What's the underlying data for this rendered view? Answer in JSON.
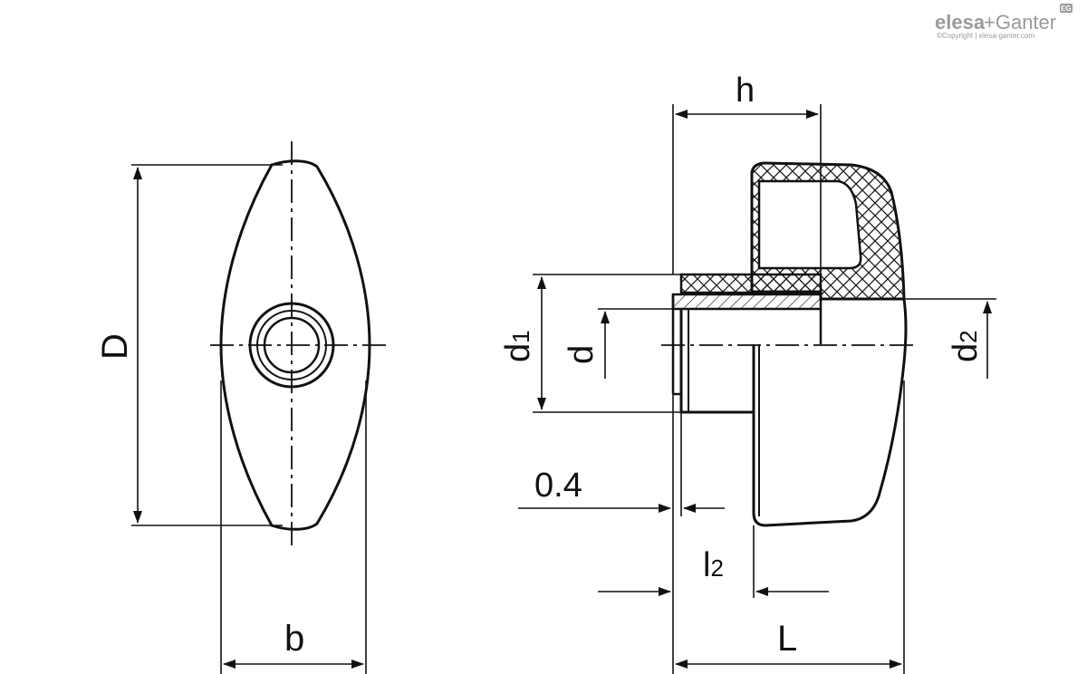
{
  "logo": {
    "brand_part1": "elesa",
    "brand_part2": "+Ganter",
    "badge": "EG",
    "copyright": "©Copyright | elesa-ganter.com"
  },
  "dimensions": {
    "D": "D",
    "b": "b",
    "h": "h",
    "L": "L",
    "d": "d",
    "d1_base": "d",
    "d1_sub": "1",
    "d2_base": "d",
    "d2_sub": "2",
    "l2_base": "l",
    "l2_sub": "2",
    "gap": "0.4"
  },
  "colors": {
    "line": "#111111",
    "logo": "#9a9a9a"
  }
}
